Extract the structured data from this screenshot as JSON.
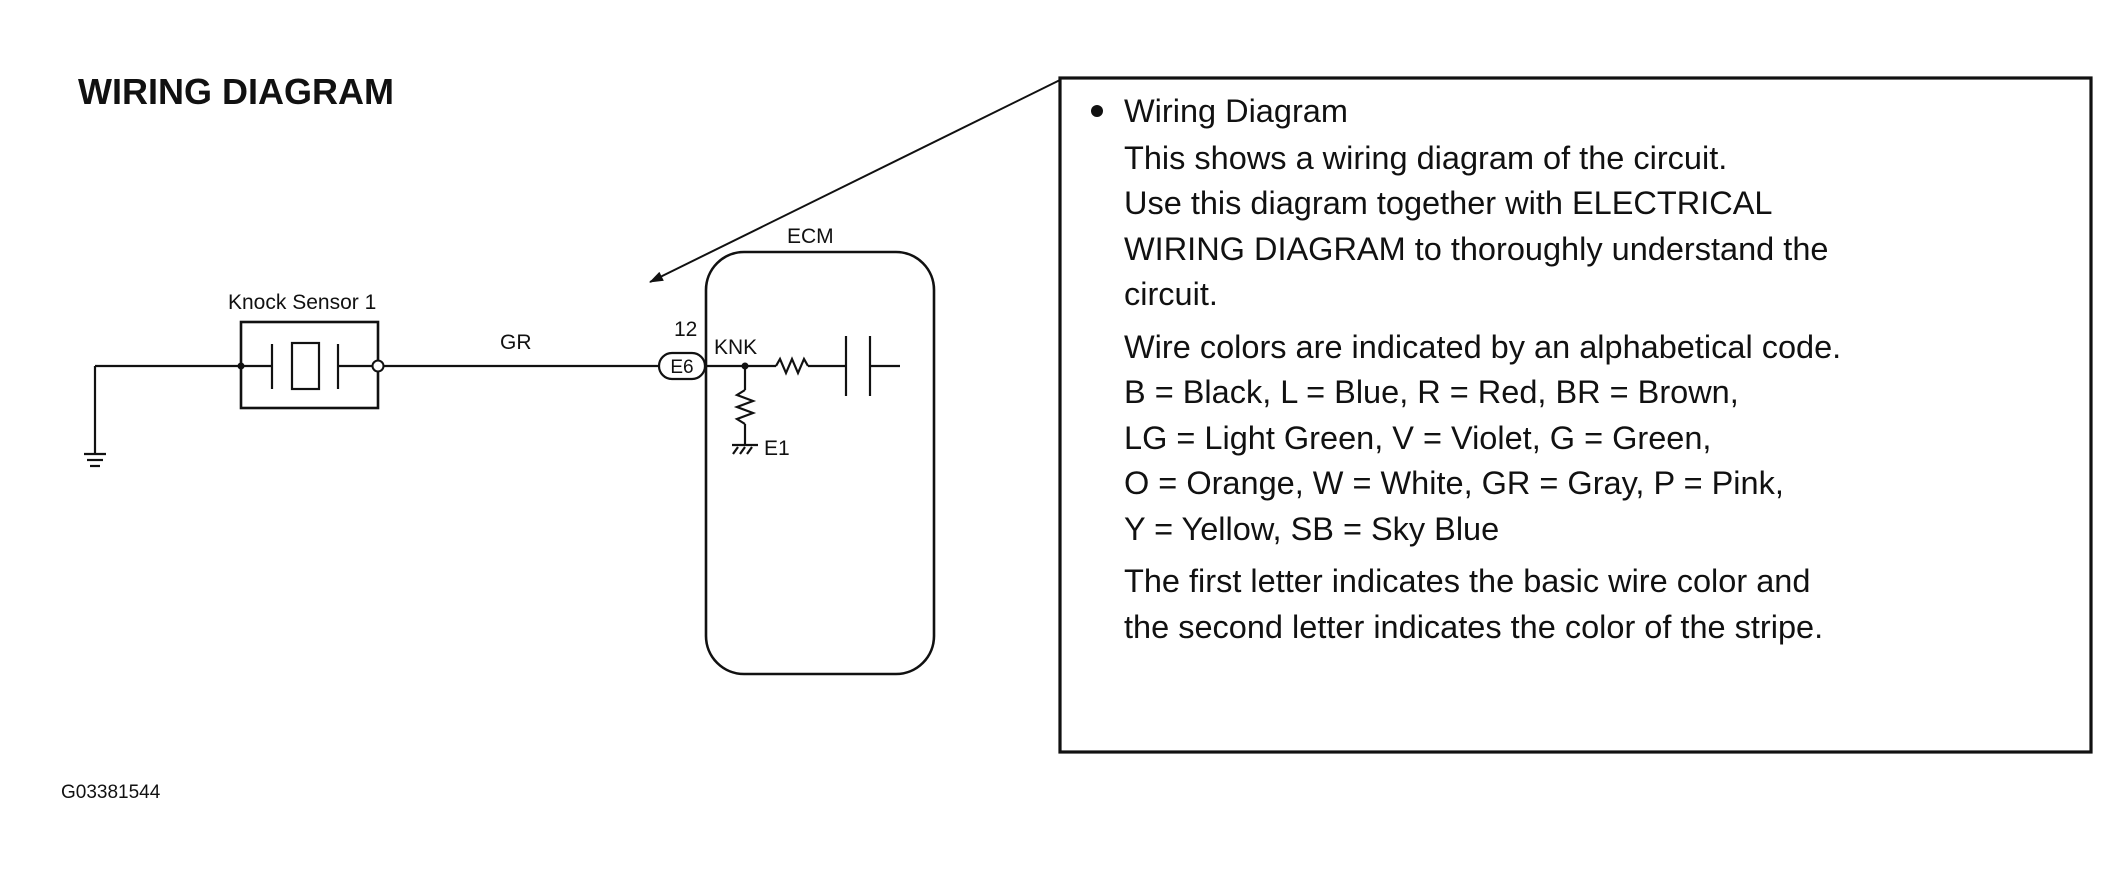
{
  "heading": "WIRING DIAGRAM",
  "figure_id": "G03381544",
  "circuit": {
    "sensor_label": "Knock Sensor 1",
    "wire_color_label": "GR",
    "ecm_label": "ECM",
    "pin_number": "12",
    "connector_label": "E6",
    "terminal_label": "KNK",
    "ground_terminal_label": "E1"
  },
  "callout": {
    "title": "Wiring Diagram",
    "lines": [
      "This shows a wiring diagram of the circuit.",
      "Use this diagram together with ELECTRICAL",
      "WIRING DIAGRAM to thoroughly understand the",
      "circuit.",
      "Wire colors are indicated by an alphabetical code.",
      "B = Black, L = Blue, R = Red, BR = Brown,",
      "LG = Light Green, V = Violet, G = Green,",
      "O = Orange, W = White, GR = Gray, P = Pink,",
      "Y = Yellow, SB = Sky Blue",
      "The first letter indicates the basic wire color and",
      "the second letter indicates the color of the stripe."
    ]
  }
}
